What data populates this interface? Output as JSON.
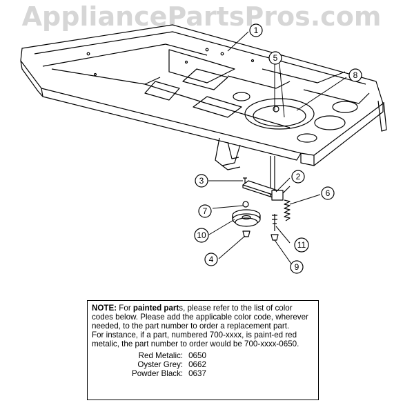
{
  "watermark": "AppliancePartsPros.com",
  "callouts": [
    "1",
    "2",
    "3",
    "4",
    "5",
    "6",
    "7",
    "8",
    "9",
    "10",
    "11"
  ],
  "note": {
    "label": "NOTE:",
    "intro": " For ",
    "bold_phrase": "painted part",
    "body": "s, please refer to the list of color codes below. Please add the applicable color code, wherever needed, to the part number to order a replacement part.",
    "example": "For instance, if a part, numbered 700-xxxx, is paint-ed red metalic, the part number to order would be 700-xxxx-0650."
  },
  "color_codes": [
    {
      "name": "Red Metalic:",
      "code": "0650"
    },
    {
      "name": "Oyster Grey:",
      "code": "0662"
    },
    {
      "name": "Powder Black:",
      "code": "0637"
    }
  ]
}
